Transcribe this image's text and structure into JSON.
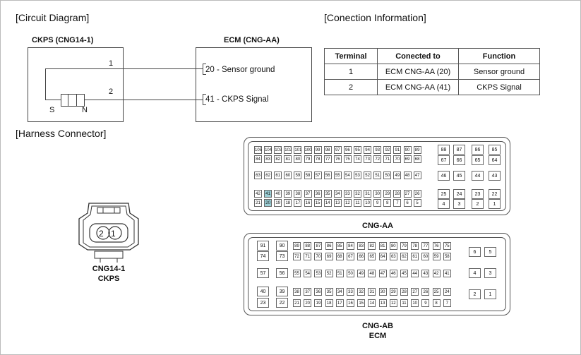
{
  "sections": {
    "circuit": "[Circuit Diagram]",
    "connection": "[Conection Information]",
    "harness": "[Harness Connector]"
  },
  "circuit": {
    "sensor_title": "CKPS (CNG14-1)",
    "ecm_title": "ECM (CNG-AA)",
    "wire1_num": "1",
    "wire2_num": "2",
    "pin_s": "S",
    "pin_n": "N",
    "ecm_pin20": "20 - Sensor ground",
    "ecm_pin41": "41 - CKPS Signal"
  },
  "table": {
    "headers": [
      "Terminal",
      "Conected to",
      "Function"
    ],
    "rows": [
      [
        "1",
        "ECM CNG-AA (20)",
        "Sensor ground"
      ],
      [
        "2",
        "ECM CNG-AA (41)",
        "CKPS Signal"
      ]
    ]
  },
  "sensor_connector": {
    "pin2": "2",
    "pin1": "1",
    "caption1": "CNG14-1",
    "caption2": "CKPS"
  },
  "cng_aa": {
    "caption": "CNG-AA",
    "highlighted": [
      "41",
      "20"
    ],
    "rows": [
      [
        "105",
        "104",
        "103",
        "102",
        "101",
        "100",
        "99",
        "98",
        "97",
        "96",
        "95",
        "94",
        "93",
        "92",
        "91",
        "90",
        "89"
      ],
      [
        "84",
        "83",
        "82",
        "81",
        "80",
        "79",
        "78",
        "77",
        "76",
        "75",
        "74",
        "73",
        "72",
        "71",
        "70",
        "69",
        "68"
      ],
      [
        "63",
        "62",
        "61",
        "60",
        "59",
        "58",
        "57",
        "56",
        "55",
        "54",
        "53",
        "52",
        "51",
        "50",
        "49",
        "48",
        "47"
      ],
      [
        "42",
        "41",
        "40",
        "39",
        "38",
        "37",
        "36",
        "35",
        "34",
        "33",
        "32",
        "31",
        "30",
        "29",
        "28",
        "27",
        "26"
      ],
      [
        "21",
        "20",
        "19",
        "18",
        "17",
        "16",
        "15",
        "14",
        "13",
        "12",
        "11",
        "10",
        "9",
        "8",
        "7",
        "6",
        "5"
      ]
    ],
    "right_rows": [
      [
        "88",
        "87",
        "86",
        "85"
      ],
      [
        "67",
        "66",
        "65",
        "64"
      ],
      [
        "46",
        "45",
        "44",
        "43"
      ],
      [
        "25",
        "24",
        "23",
        "22"
      ],
      [
        "4",
        "3",
        "2",
        "1"
      ]
    ]
  },
  "cng_ab": {
    "caption1": "CNG-AB",
    "caption2": "ECM",
    "left_rows": [
      [
        "91",
        "90"
      ],
      [
        "74",
        "73"
      ],
      [
        "57",
        "56"
      ],
      [
        "40",
        "39"
      ],
      [
        "23",
        "22"
      ]
    ],
    "rows": [
      [
        "89",
        "88",
        "87",
        "86",
        "85",
        "84",
        "83",
        "82",
        "81",
        "80",
        "79",
        "78",
        "77",
        "76",
        "75"
      ],
      [
        "72",
        "71",
        "70",
        "69",
        "68",
        "67",
        "66",
        "65",
        "64",
        "63",
        "62",
        "61",
        "60",
        "59",
        "58"
      ],
      [
        "55",
        "54",
        "53",
        "52",
        "51",
        "50",
        "49",
        "48",
        "47",
        "46",
        "45",
        "44",
        "43",
        "42",
        "41"
      ],
      [
        "38",
        "37",
        "36",
        "35",
        "34",
        "33",
        "32",
        "31",
        "30",
        "29",
        "28",
        "27",
        "26",
        "25",
        "24"
      ],
      [
        "21",
        "20",
        "19",
        "18",
        "17",
        "16",
        "15",
        "14",
        "13",
        "12",
        "11",
        "10",
        "9",
        "8",
        "7"
      ]
    ],
    "right_rows": [
      [
        "6",
        "5"
      ],
      [
        "4",
        "3"
      ],
      [
        "2",
        "1"
      ]
    ]
  }
}
